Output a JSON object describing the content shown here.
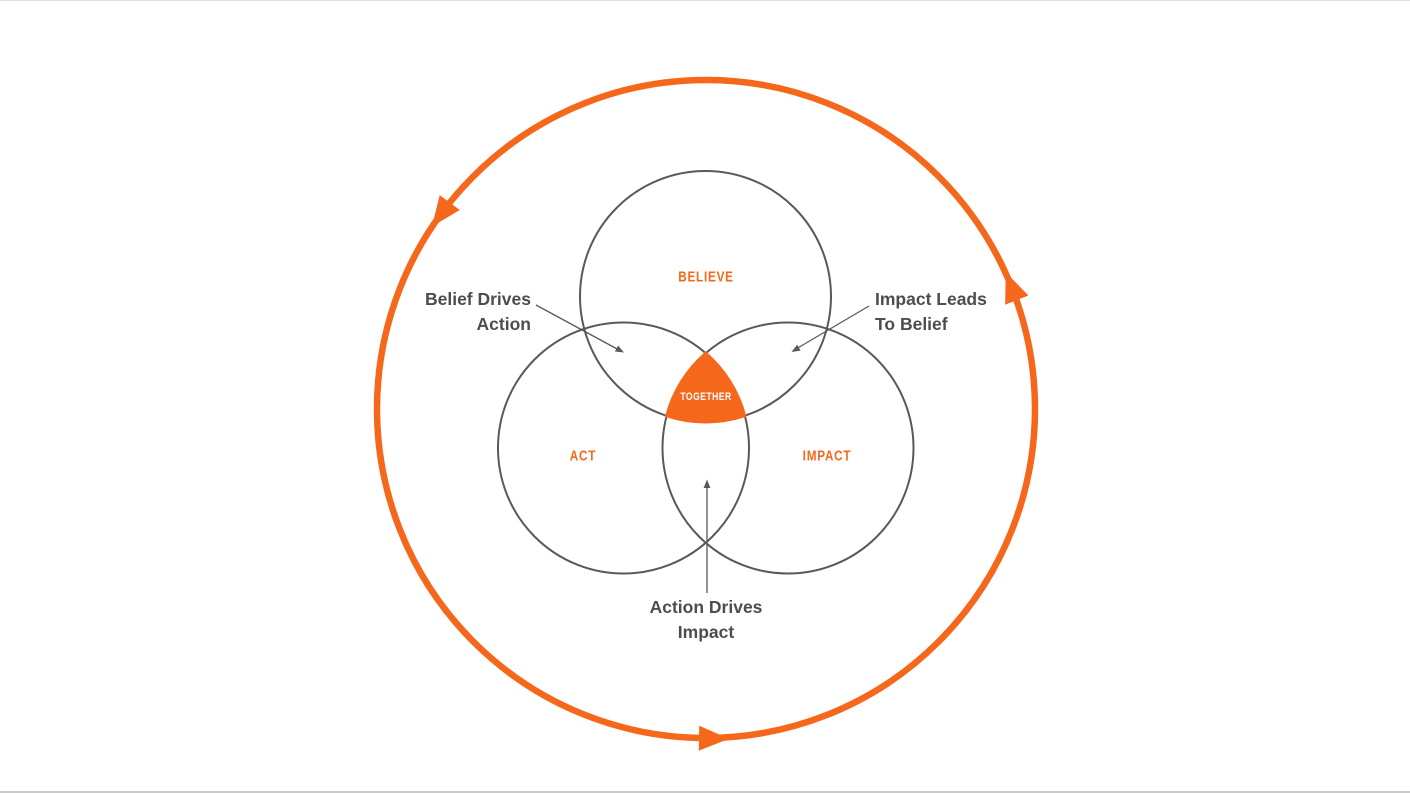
{
  "colors": {
    "orange": "#F5681C",
    "gray": "#58595B",
    "text_dark": "#4D4D4F",
    "background": "#FFFFFF",
    "together_text": "#FFFFFF"
  },
  "diagram": {
    "type": "venn-cycle",
    "cycle_direction": "counterclockwise",
    "cycle_arrow_count": 3,
    "circles": [
      {
        "label": "BELIEVE"
      },
      {
        "label": "ACT"
      },
      {
        "label": "IMPACT"
      }
    ],
    "center": {
      "label": "TOGETHER"
    },
    "annotations": [
      {
        "id": "belief-drives-action",
        "line1": "Belief Drives",
        "line2": "Action"
      },
      {
        "id": "impact-leads-to-belief",
        "line1": "Impact Leads",
        "line2": "To Belief"
      },
      {
        "id": "action-drives-impact",
        "line1": "Action Drives",
        "line2": "Impact"
      }
    ]
  }
}
